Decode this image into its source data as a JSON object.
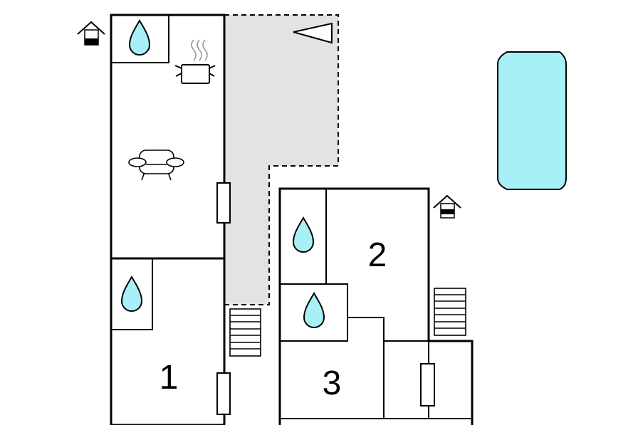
{
  "floor_plan": {
    "rooms": [
      {
        "number": "1"
      },
      {
        "number": "2"
      },
      {
        "number": "3"
      }
    ],
    "colors": {
      "terrace": "#e3e3e3",
      "pool": "#a8f0f8",
      "water_drop": "#a8f0f8",
      "walls": "#000000"
    },
    "icons": [
      "entrance-icon",
      "water-drop-icon",
      "cooking-pot-icon",
      "sofa-icon",
      "stairs-icon",
      "pool-shape",
      "triangle-marker-icon"
    ]
  }
}
